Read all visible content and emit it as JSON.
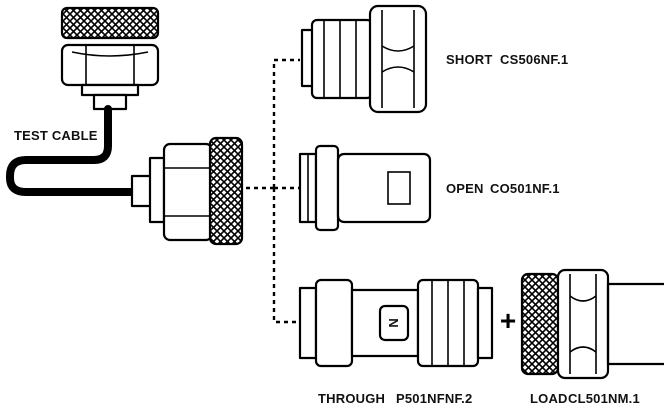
{
  "labels": {
    "test_cable": "TEST CABLE",
    "short": "SHORT",
    "short_part": "CS506NF.1",
    "open": "OPEN",
    "open_part": "CO501NF.1",
    "through": "THROUGH",
    "through_part": "P501NFNF.2",
    "load": "LOAD",
    "load_part": "CL501NM.1",
    "through_marking": "N",
    "plus_sign": "+"
  },
  "colors": {
    "line": "#000000",
    "fill": "#ffffff",
    "text": "#111111"
  }
}
